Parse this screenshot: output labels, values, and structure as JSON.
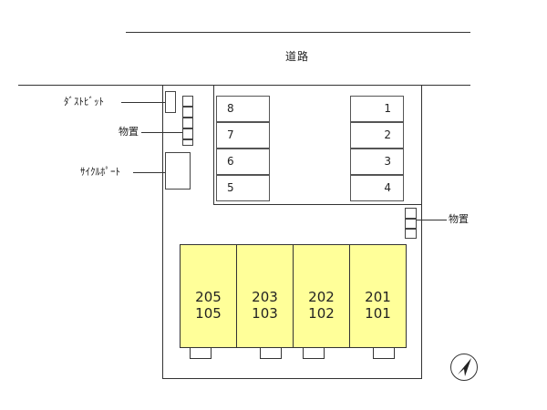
{
  "road": {
    "label": "道路"
  },
  "facilities": {
    "dust_bin": "ﾀﾞｽﾄﾋﾞｯﾄ",
    "storage_left": "物置",
    "bicycle_port": "ｻｲｸﾙﾎﾟｰﾄ",
    "storage_right": "物置"
  },
  "parking": {
    "left_column": [
      "8",
      "7",
      "6",
      "5"
    ],
    "right_column": [
      "1",
      "2",
      "3",
      "4"
    ]
  },
  "units": [
    {
      "upper": "205",
      "lower": "105"
    },
    {
      "upper": "203",
      "lower": "103"
    },
    {
      "upper": "202",
      "lower": "102"
    },
    {
      "upper": "201",
      "lower": "101"
    }
  ],
  "colors": {
    "building_fill": "#ffff99",
    "line": "#333333"
  },
  "icons": {
    "compass": "north-arrow-icon"
  }
}
